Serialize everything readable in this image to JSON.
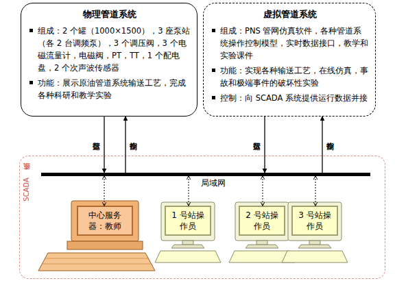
{
  "diagram": {
    "nodes": [
      {
        "text": [
          "物理管道系统",
          "组成：2 个罐（1000×1500），3 座泵站（各 2 台调频泵），3 个调压阀，3 个电磁流量计，电磁阀，PT，TT，1 个配电盘，2 个次声波传感器",
          "功能：展示原油管道系统输送工艺，完成各种科研和教学实验"
        ]
      },
      {
        "text": [
          "虚拟管道系统",
          "组成：PNS 管网仿真软件，各种管道系统操作控制模型，实时数据接口，教学和实验课件",
          "功能：实现各种输送工艺，在线仿真，事故和极端事件的破坏性实验",
          "控制：向 SCADA 系统提供运行数据并接"
        ]
      },
      {
        "text": [
          "SCADA 系统"
        ]
      },
      {
        "text": [
          "局域网"
        ],
        "in": 2
      },
      {
        "text": [
          "中心服务器：教师"
        ],
        "in": 2
      },
      {
        "text": [
          "1 号站操作员"
        ],
        "in": 2
      },
      {
        "text": [
          "2 号站操作员"
        ],
        "in": 2
      },
      {
        "text": [
          "3 号站操作员"
        ],
        "in": 2
      }
    ],
    "edges": [
      {
        "from": 0,
        "to": 3,
        "label": "运行数据",
        "arrow": "to"
      },
      {
        "from": 3,
        "to": 0,
        "label": "控制指令",
        "arrow": "to"
      },
      {
        "from": 1,
        "to": 3,
        "label": "运行数据",
        "arrow": "to"
      },
      {
        "from": 3,
        "to": 1,
        "label": "控制指令",
        "arrow": "to"
      },
      {
        "from": 3,
        "to": 4,
        "arrow": "both"
      },
      {
        "from": 3,
        "to": 5,
        "arrow": "both"
      },
      {
        "from": 3,
        "to": 6,
        "arrow": "both"
      },
      {
        "from": 3,
        "to": 7,
        "arrow": "both"
      }
    ]
  }
}
